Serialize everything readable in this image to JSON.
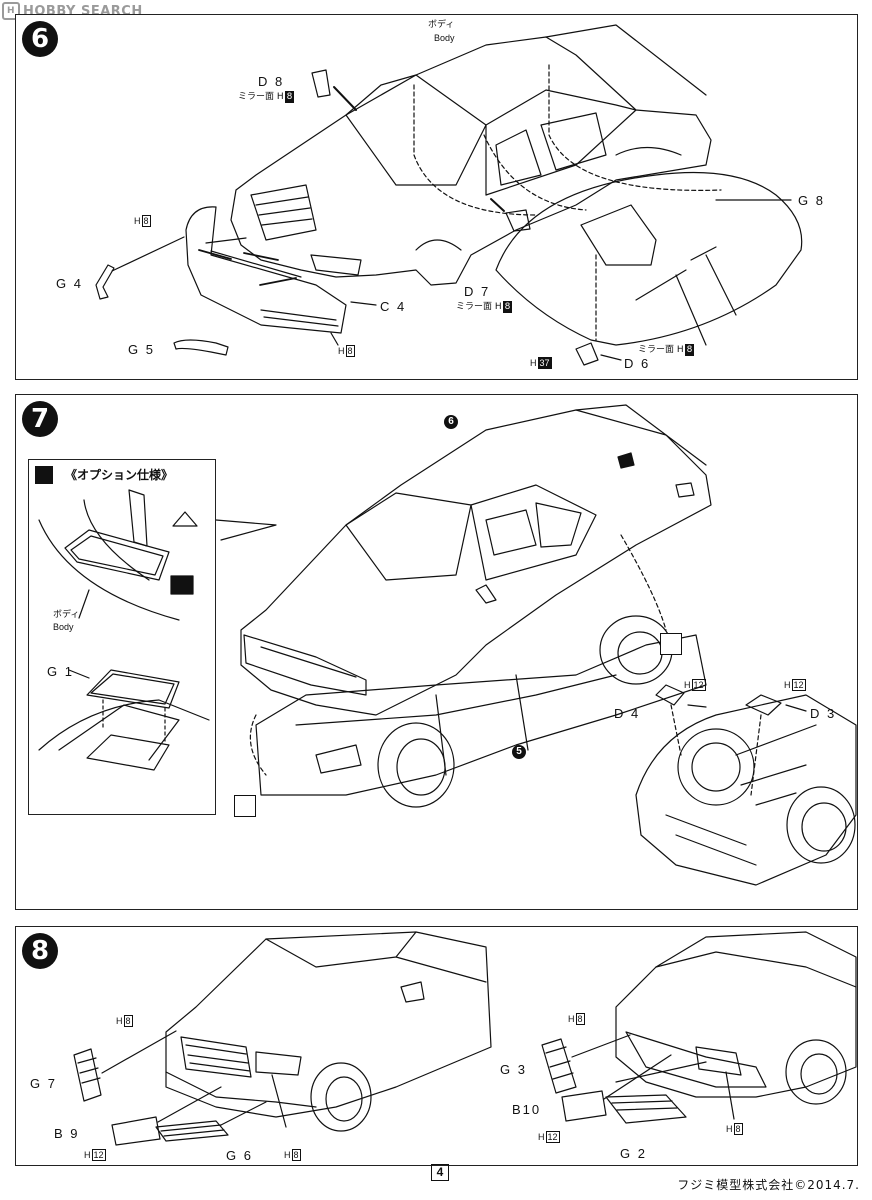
{
  "watermark": {
    "brand": "HOBBY SEARCH",
    "logo_glyph": "H"
  },
  "step6": {
    "number": "6",
    "body_jp": "ボディ",
    "body_en": "Body",
    "d8": "D 8",
    "d8_note": "ミラー面",
    "d8_code": "H",
    "d8_code_num": "8",
    "h8_left": "H",
    "h8_left_num": "8",
    "g4": "G 4",
    "g5": "G 5",
    "c4": "C 4",
    "h8_c4": "H",
    "h8_c4_num": "8",
    "d7": "D 7",
    "d7_note": "ミラー面",
    "d7_code": "H",
    "d7_code_num": "8",
    "g8": "G 8",
    "d6": "D 6",
    "d6_note": "ミラー面",
    "d6_code": "H",
    "d6_code_num": "8",
    "h37": "H",
    "h37_num": "37"
  },
  "step7": {
    "number": "7",
    "ref6": "6",
    "ref5": "5",
    "option_title": "《オプション仕様》",
    "inset_body_jp": "ボディ",
    "inset_body_en": "Body",
    "g1": "G 1",
    "d4": "D 4",
    "d3": "D 3",
    "h12_d4": "H",
    "h12_d4_num": "12",
    "h12_d3": "H",
    "h12_d3_num": "12"
  },
  "step8": {
    "number": "8",
    "h8_front": "H",
    "h8_front_num": "8",
    "g7": "G 7",
    "b9": "B 9",
    "h12_b9": "H",
    "h12_b9_num": "12",
    "g6": "G 6",
    "h8_g6": "H",
    "h8_g6_num": "8",
    "h8_rear": "H",
    "h8_rear_num": "8",
    "g3": "G 3",
    "b10": "B10",
    "h12_b10": "H",
    "h12_b10_num": "12",
    "g2": "G 2",
    "h8_g2": "H",
    "h8_g2_num": "8"
  },
  "footer": {
    "page": "4",
    "copyright": "フジミ模型株式会社©2014.7."
  }
}
